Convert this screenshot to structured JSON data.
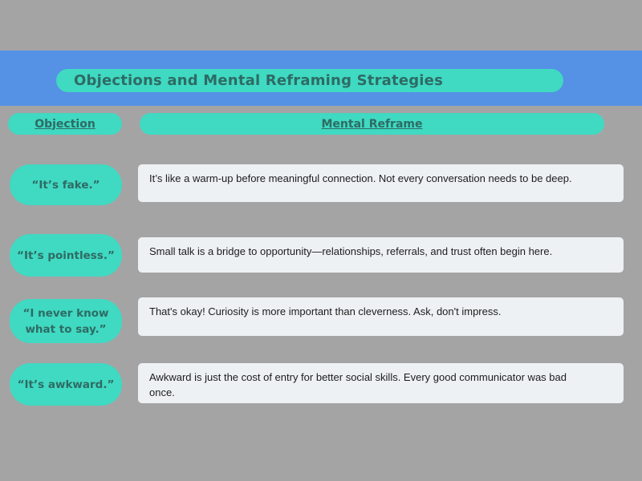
{
  "title": "Objections and Mental Reframing Strategies",
  "headers": {
    "objection": "Objection",
    "reframe": "Mental Reframe"
  },
  "rows": [
    {
      "objection": "“It’s fake.”",
      "reframe": "It’s like a warm-up before meaningful connection. Not every conversation needs to be deep."
    },
    {
      "objection": "“It’s pointless.”",
      "reframe": "Small talk is a bridge to opportunity—relationships, referrals, and trust often begin here."
    },
    {
      "objection": "“I never know what to say.”",
      "reframe": "That's okay! Curiosity is more important than cleverness. Ask, don't impress."
    },
    {
      "objection": "“It’s awkward.”",
      "reframe": "Awkward is just the cost of entry for better social skills. Every good communicator was bad once."
    }
  ],
  "colors": {
    "background": "#a4a4a4",
    "band": "#5591e4",
    "teal": "#40d9c2",
    "text_teal": "#2e6b64",
    "box": "#eef1f4"
  }
}
